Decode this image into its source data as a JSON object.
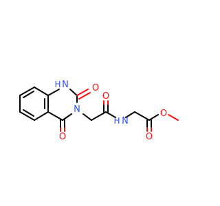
{
  "molecule": {
    "atoms": {
      "n1_label": "N",
      "n1_h_label": "H",
      "o2_label": "O",
      "n3_label": "N",
      "o4_label": "O",
      "o_amide_label": "O",
      "n_amide_label": "N",
      "n_amide_h_label": "H",
      "o_ester_carbonyl_label": "O",
      "o_ester_label": "O"
    },
    "colors": {
      "carbon": "#000000",
      "oxygen": "#ff0d0d",
      "nitrogen": "#3050f8"
    }
  }
}
